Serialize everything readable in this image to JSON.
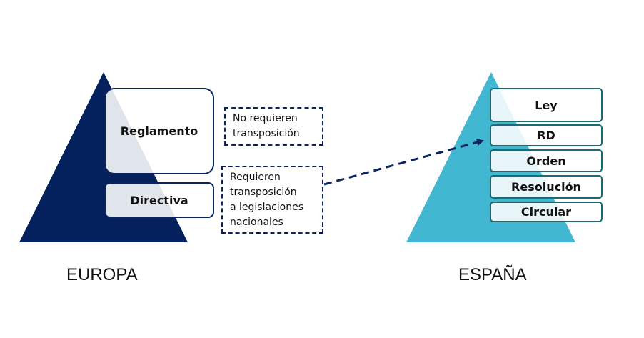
{
  "colors": {
    "europe_triangle": "#04215e",
    "spain_triangle": "#41b7d2",
    "europe_border": "#0b2461",
    "spain_border": "#1a6b74",
    "arrow": "#0b2461"
  },
  "europe": {
    "label": "EUROPA",
    "boxes": [
      "Reglamento",
      "Directiva"
    ]
  },
  "notes": {
    "no_transposition": "No requieren\ntransposición",
    "transposition": "Requieren\ntransposición\na legislaciones\nnacionales"
  },
  "spain": {
    "label": "ESPAÑA",
    "boxes": [
      "Ley",
      "RD",
      "Orden",
      "Resolución",
      "Circular"
    ]
  }
}
